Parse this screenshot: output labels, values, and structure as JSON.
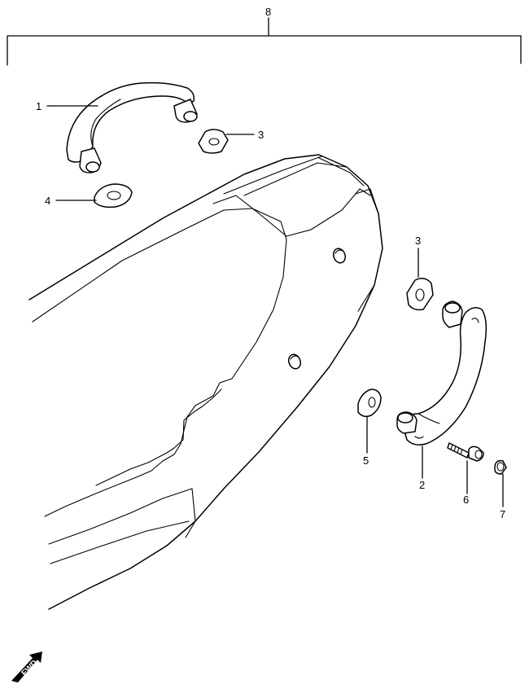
{
  "callouts": {
    "c1": "1",
    "c2": "2",
    "c3a": "3",
    "c3b": "3",
    "c4": "4",
    "c5": "5",
    "c6": "6",
    "c7": "7",
    "c8": "8"
  },
  "fwd_badge": {
    "text": "FWD",
    "icon": "forward-arrow-icon"
  }
}
